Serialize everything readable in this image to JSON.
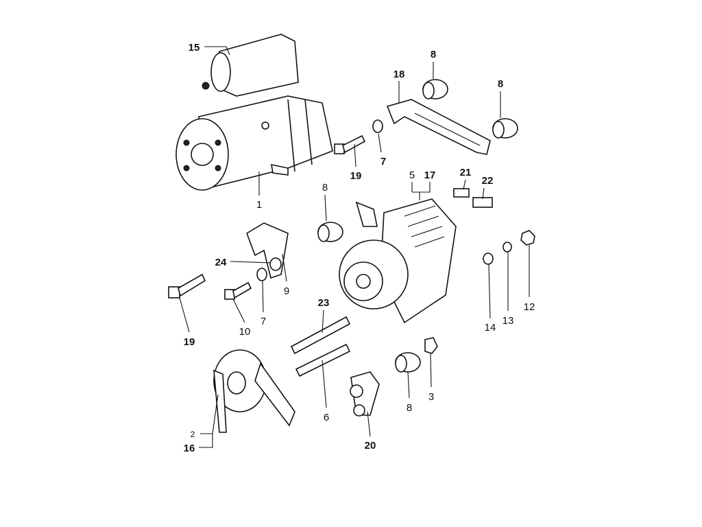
{
  "diagram": {
    "type": "exploded parts diagram",
    "labels": {
      "starter_solenoid": "15",
      "spacer_top_a": "8",
      "bracket_top": "18",
      "spacer_top_b": "8",
      "bolt_upper": "19",
      "washer_upper": "7",
      "starter_motor": "1",
      "alternator": "5",
      "alternator_alt": "17",
      "brush_a": "21",
      "brush_b": "22",
      "spacer_mid": "8",
      "washer_24": "24",
      "bracket_lower": "9",
      "bolt_lower": "19",
      "bolt_10": "10",
      "washer_lower": "7",
      "washer_14": "14",
      "lock_washer_13": "13",
      "nut_12": "12",
      "long_bolt_23": "23",
      "long_bolt_6": "6",
      "spacer_bottom": "8",
      "tab_3": "3",
      "bushing_20": "20",
      "belt_2": "2",
      "pulley_16": "16"
    }
  }
}
